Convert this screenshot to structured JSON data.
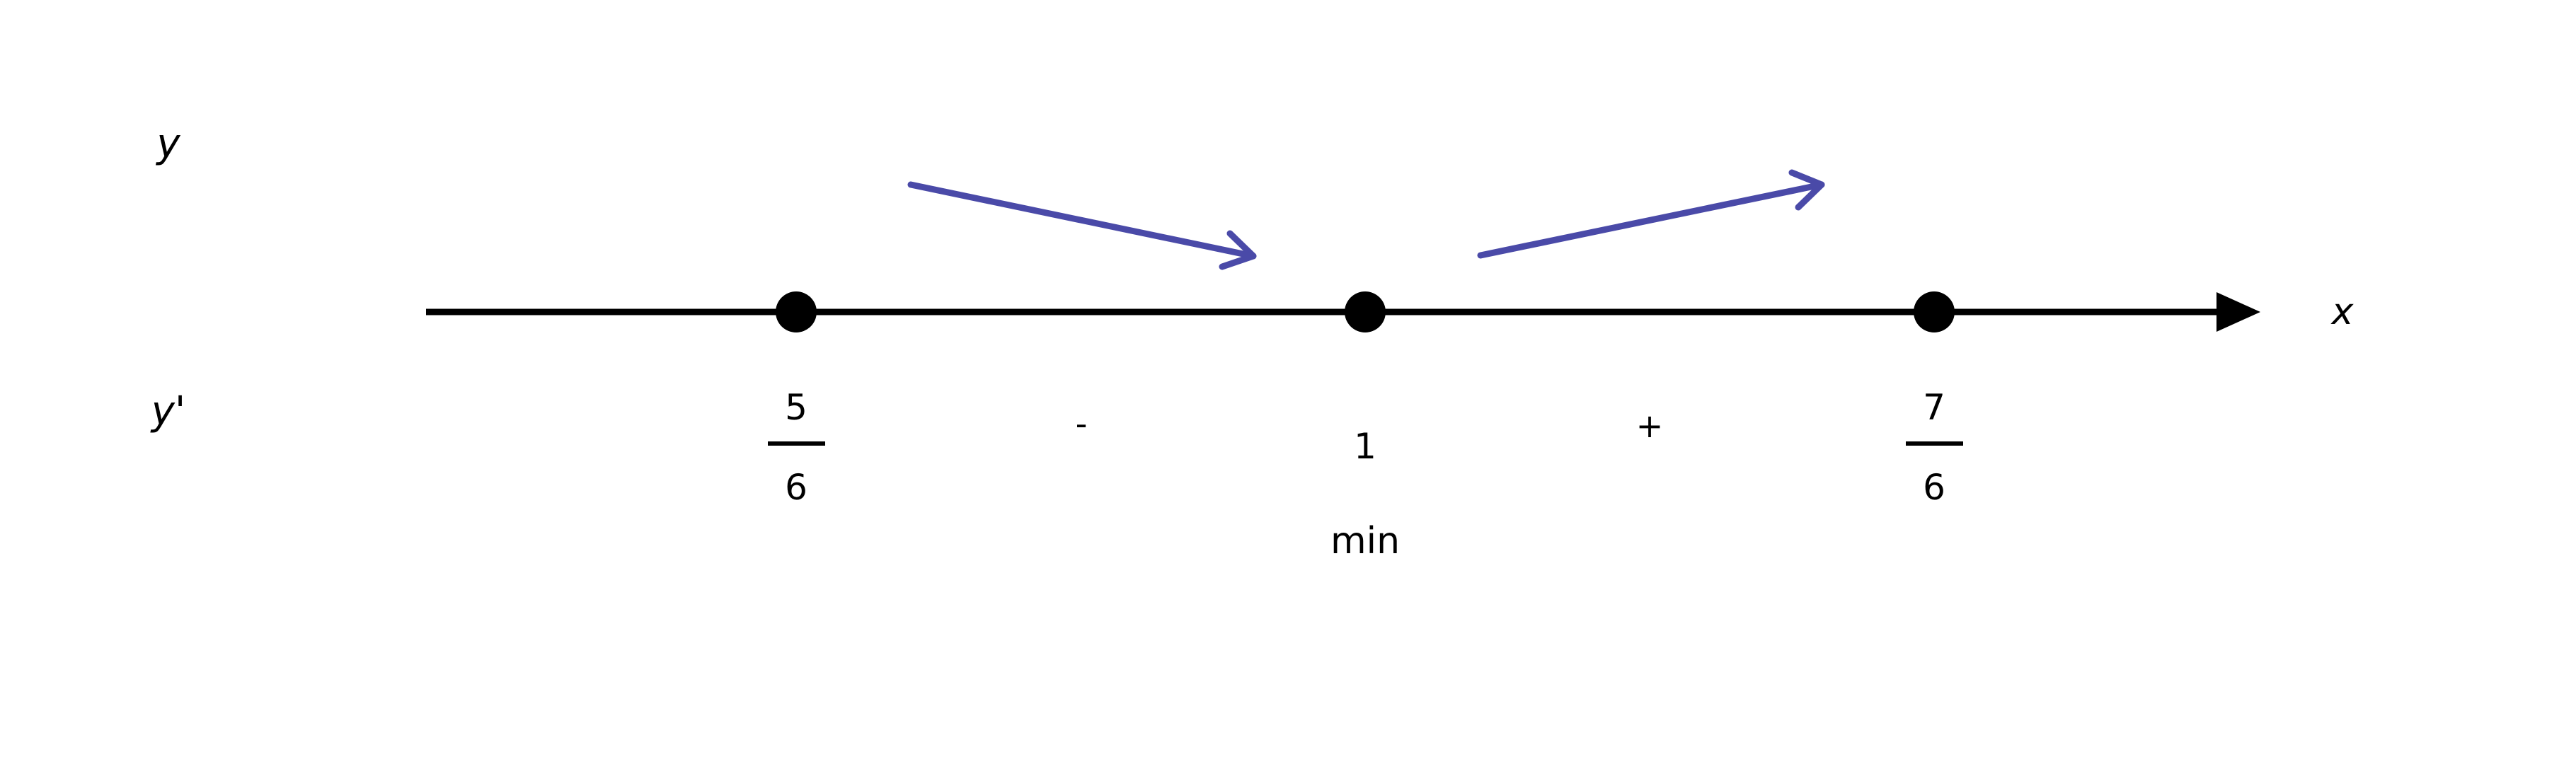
{
  "labels": {
    "y": "y",
    "y_prime": "y'",
    "x": "x"
  },
  "points": [
    {
      "numerator": "5",
      "denominator": "6"
    },
    {
      "value": "1",
      "note": "min"
    },
    {
      "numerator": "7",
      "denominator": "6"
    }
  ],
  "signs": [
    "-",
    "+"
  ],
  "colors": {
    "axis": "#000000",
    "trend": "#4a4aa8"
  },
  "trends": [
    "decreasing",
    "increasing"
  ]
}
